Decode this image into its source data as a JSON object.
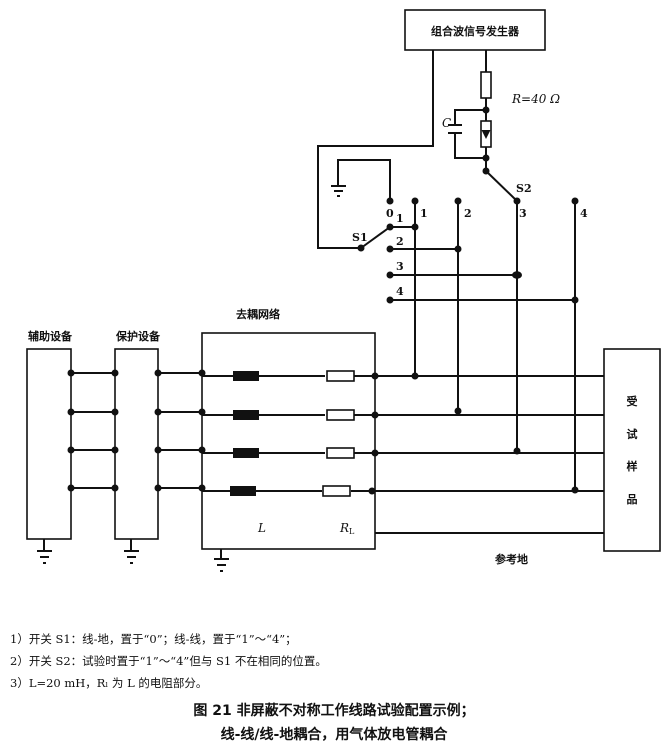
{
  "generator": {
    "label": "组合波信号发生器"
  },
  "resistor": {
    "label": "R=40 Ω"
  },
  "capacitor": {
    "label": "C"
  },
  "switches": {
    "s1": "S1",
    "s2": "S2"
  },
  "s1_positions": [
    "0",
    "1",
    "2",
    "3",
    "4"
  ],
  "s2_positions": [
    "1",
    "2",
    "3",
    "4"
  ],
  "blocks": {
    "aux": "辅助设备",
    "protect": "保护设备",
    "decoupling": "去耦网络",
    "eut": [
      "受",
      "试",
      "样",
      "品"
    ],
    "ref_ground": "参考地"
  },
  "components": {
    "inductor": "L",
    "resistor_l": "R",
    "resistor_l_sub": "L"
  },
  "notes": [
    "1）开关 S1：线-地，置于“0”；线-线，置于“1”～“4”；",
    "2）开关 S2：试验时置于“1”～“4”但与 S1 不在相同的位置。",
    "3）L=20 mH，Rₗ 为 L 的电阻部分。"
  ],
  "caption": {
    "line1": "图 21   非屏蔽不对称工作线路试验配置示例；",
    "line2": "线-线/线-地耦合，用气体放电管耦合"
  }
}
